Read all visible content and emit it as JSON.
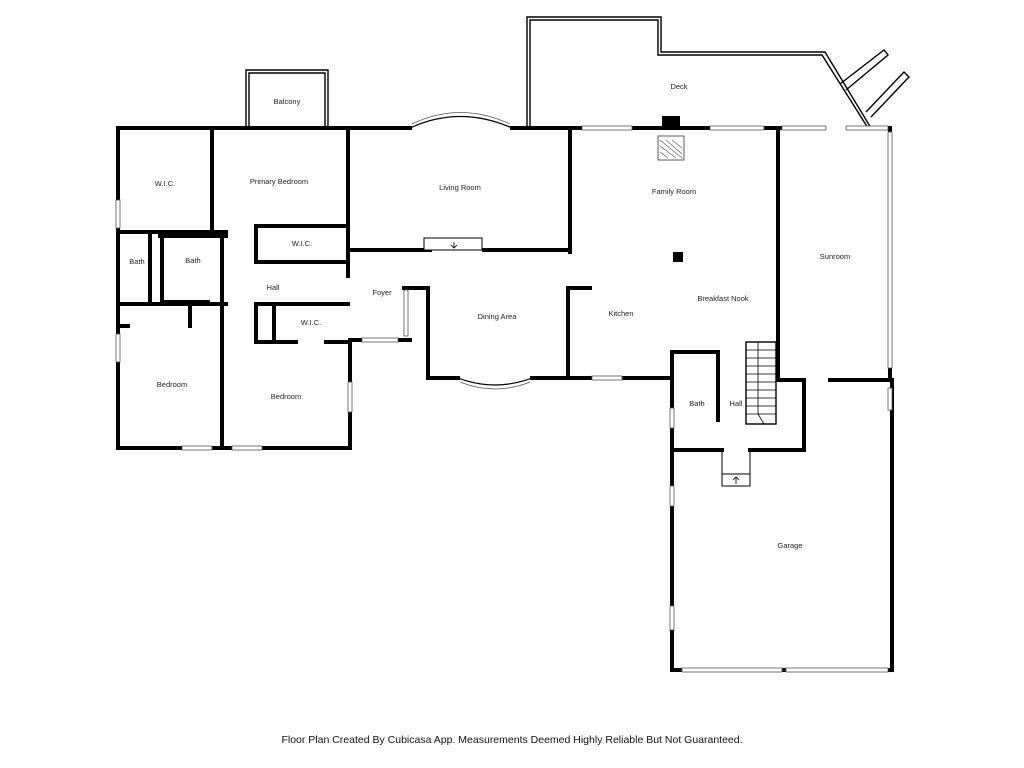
{
  "rooms": {
    "deck": "Deck",
    "balcony": "Balcony",
    "wic_primary": "W.I.C.",
    "primary_bedroom": "Primary Bedroom",
    "living_room": "Living Room",
    "family_room": "Family Room",
    "wic_middle": "W.I.C.",
    "bath_far_left": "Bath",
    "bath_left": "Bath",
    "sunroom": "Sunroom",
    "hall_left": "Hall",
    "foyer": "Foyer",
    "breakfast_nook": "Breakfast Nook",
    "kitchen": "Kitchen",
    "dining_area": "Dining Area",
    "wic_lower": "W.I.C.",
    "bedroom_left": "Bedroom",
    "bedroom_right": "Bedroom",
    "bath_right": "Bath",
    "hall_right": "Hall",
    "garage": "Garage"
  },
  "caption": "Floor Plan Created By Cubicasa App. Measurements Deemed Highly Reliable But Not Guaranteed."
}
